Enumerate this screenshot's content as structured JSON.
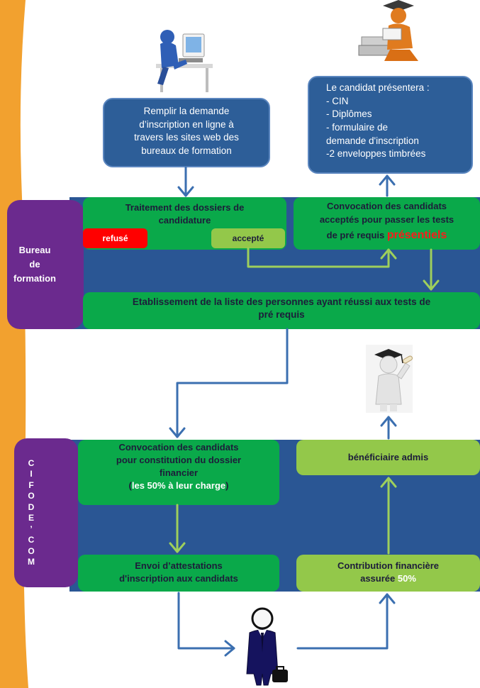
{
  "colors": {
    "orange": "#f2a12f",
    "panel_blue": "#2a5694",
    "purple": "#6b2a8e",
    "green": "#0aa94a",
    "lime": "#93c84a",
    "red": "#ff0000",
    "arrow_blue": "#3b6fb0",
    "arrow_green": "#9ecf5c"
  },
  "top_left_box": {
    "text_lines": [
      "Remplir la demande",
      "d’inscription en ligne à",
      "travers les sites web des",
      "bureaux de formation"
    ]
  },
  "top_right_box": {
    "text_lines": [
      "Le candidat présentera :",
      "- CIN",
      "- Diplômes",
      "- formulaire de",
      "demande d'inscription",
      "-2 enveloppes timbrées"
    ]
  },
  "bureau": {
    "side_label_lines": [
      "Bureau",
      "de",
      "formation"
    ],
    "traitement_lines": [
      "Traitement des dossiers de",
      "candidature"
    ],
    "refuse_label": "refusé",
    "accepte_label": "accepté",
    "convocation_lines": [
      "Convocation des candidats",
      "acceptés pour passer les tests"
    ],
    "convocation_last_prefix": "de pré requis ",
    "convocation_highlight": "présentiels",
    "etablissement_lines": [
      "Etablissement de la liste des personnes ayant réussi aux tests de",
      "pré requis"
    ]
  },
  "cifode": {
    "side_letters": [
      "C",
      "I",
      "F",
      "O",
      "D",
      "E",
      "’",
      "C",
      "O",
      "M"
    ],
    "convocation_lines": [
      "Convocation des  candidats",
      "pour constitution du dossier",
      "financier"
    ],
    "charge_open": "(",
    "charge_highlight": "les 50% à leur charge",
    "charge_close": ")",
    "envoi_lines": [
      "Envoi d’attestations",
      "d'inscription aux candidats"
    ],
    "admis_label": "bénéficiaire admis",
    "contribution_line": "Contribution financière",
    "contribution_prefix": "assurée ",
    "contribution_highlight": "50%"
  },
  "icons": [
    "computer-user-icon",
    "student-reading-icon",
    "graduate-icon",
    "businessman-icon"
  ]
}
